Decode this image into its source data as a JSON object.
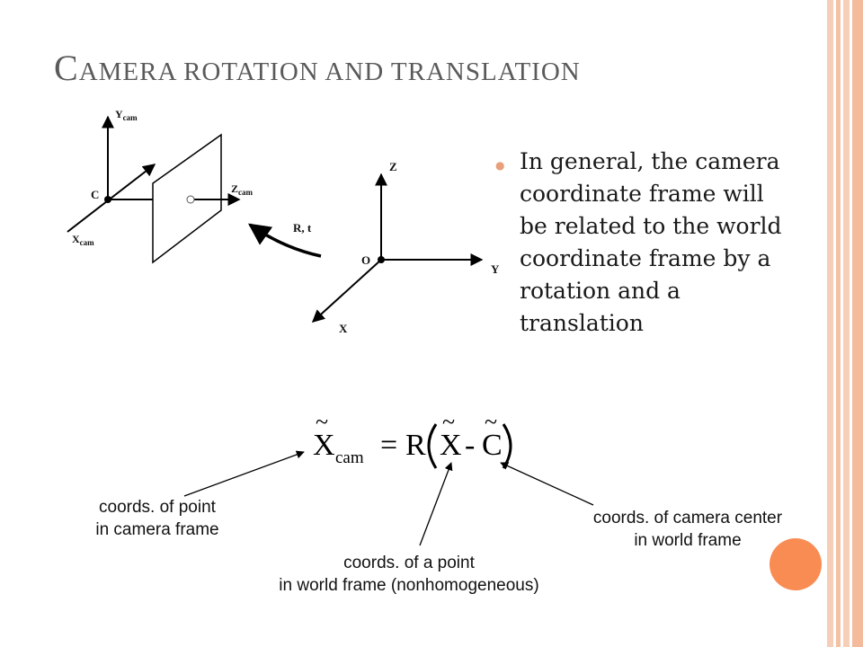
{
  "slide": {
    "title_first": "C",
    "title_rest": "amera rotation and translation",
    "bullet": "In general, the camera coordinate frame will be related to the world coordinate frame by a rotation and a translation"
  },
  "diagram": {
    "camera": {
      "y_axis": "Y",
      "y_sub": "cam",
      "z_axis": "Z",
      "z_sub": "cam",
      "x_axis": "X",
      "x_sub": "cam",
      "center": "C"
    },
    "transform_label": "R, t",
    "world": {
      "z_axis": "Z",
      "y_axis": "Y",
      "x_axis": "X",
      "origin": "O"
    }
  },
  "equation": {
    "lhs": "X",
    "lhs_sub": "cam",
    "equals": "=",
    "rot": "R",
    "point": "X",
    "minus": "-",
    "center": "C"
  },
  "annotations": {
    "point_camera": [
      "coords. of point",
      "in camera frame"
    ],
    "point_world": [
      "coords. of a point",
      "in world frame (nonhomogeneous)"
    ],
    "camera_center": [
      "coords. of camera center",
      "in world frame"
    ]
  },
  "colors": {
    "accent": "#f98c53",
    "edge": "#f4c3a7",
    "title": "#5a5a5a"
  }
}
